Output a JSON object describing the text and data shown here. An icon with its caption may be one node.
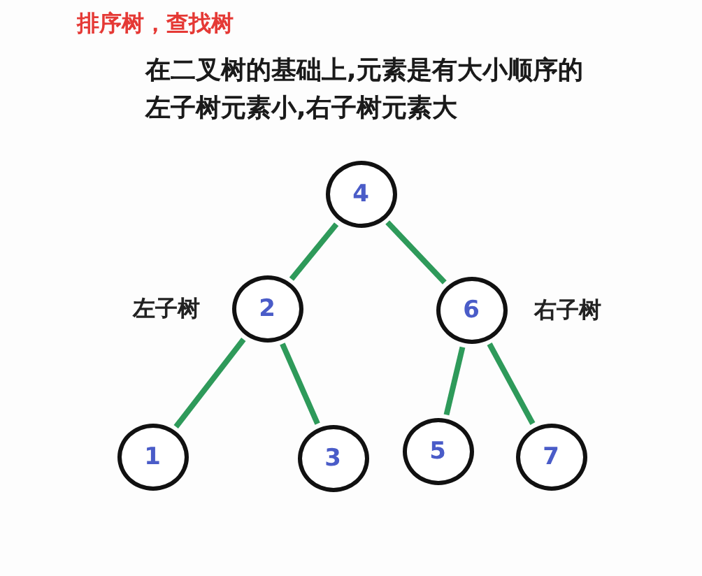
{
  "diagram": {
    "title": "排序树，查找树",
    "nodes": [
      {
        "text": [
          "4"
        ]
      },
      {
        "text": [
          "2"
        ],
        "beside": [
          "左子树"
        ]
      },
      {
        "text": [
          "6"
        ],
        "beside": [
          "右子树"
        ]
      },
      {
        "text": [
          "1"
        ]
      },
      {
        "text": [
          "3"
        ]
      },
      {
        "text": [
          "5"
        ]
      },
      {
        "text": [
          "7"
        ]
      }
    ],
    "edges": [
      {
        "from": 0,
        "to": 1,
        "arrow": "none"
      },
      {
        "from": 0,
        "to": 2,
        "arrow": "none"
      },
      {
        "from": 1,
        "to": 3,
        "arrow": "none"
      },
      {
        "from": 1,
        "to": 4,
        "arrow": "none"
      },
      {
        "from": 2,
        "to": 5,
        "arrow": "none"
      },
      {
        "from": 2,
        "to": 6,
        "arrow": "none"
      }
    ],
    "labels": [
      "在二叉树的基础上,元素是有大小顺序的",
      "左子树元素小,右子树元素大"
    ]
  }
}
